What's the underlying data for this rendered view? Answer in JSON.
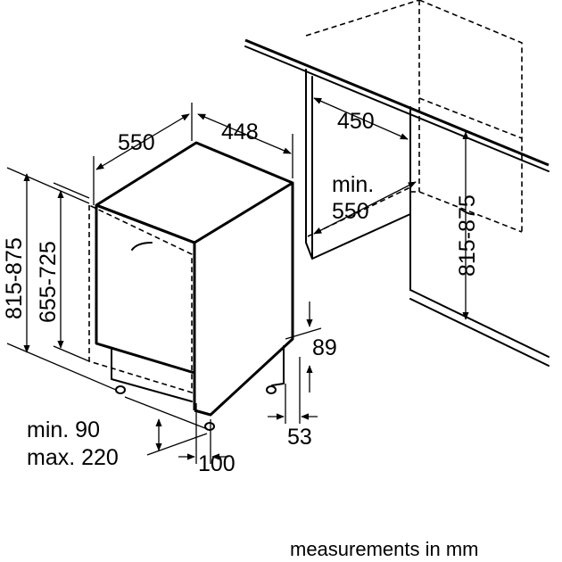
{
  "labels": {
    "depth": "550",
    "width": "448",
    "niche_depth": "450",
    "min_depth_1": "min.",
    "min_depth_2": "550",
    "niche_height": "815-875",
    "total_height": "815-875",
    "door_height": "655-725",
    "plinth_height": "89",
    "plinth_recess": "53",
    "foot_height_min": "min. 90",
    "foot_height_max": "max. 220",
    "foot_depth": "100"
  },
  "caption": "measurements in mm"
}
